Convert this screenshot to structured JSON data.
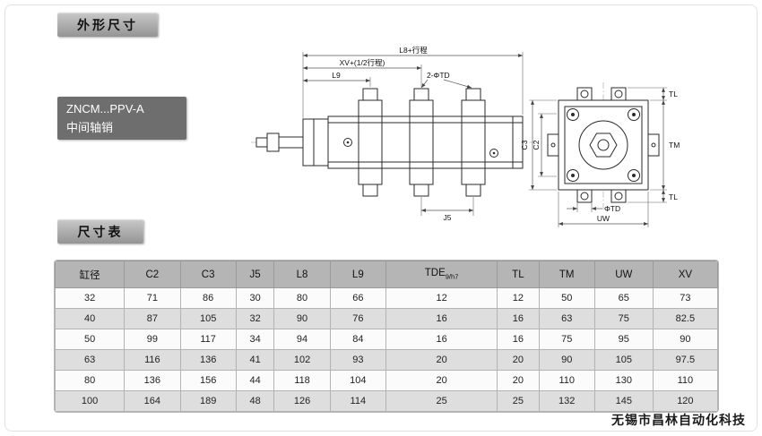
{
  "sections": {
    "outline_title": "外形尺寸",
    "table_title": "尺寸表"
  },
  "model": {
    "line1": "ZNCM...PPV-A",
    "line2": "中间轴销"
  },
  "drawing": {
    "labels": {
      "l8_stroke": "L8+行程",
      "xv_half_stroke": "XV+(1/2行程)",
      "l9": "L9",
      "two_td": "2-ΦTD",
      "j5": "J5",
      "c3": "C3",
      "c2": "C2",
      "tl_top": "TL",
      "tm": "TM",
      "tl_bottom": "TL",
      "phi_td": "ΦTD",
      "uw": "UW"
    }
  },
  "table": {
    "headers": [
      {
        "label": "缸径",
        "sub": ""
      },
      {
        "label": "C2",
        "sub": ""
      },
      {
        "label": "C3",
        "sub": ""
      },
      {
        "label": "J5",
        "sub": ""
      },
      {
        "label": "L8",
        "sub": ""
      },
      {
        "label": "L9",
        "sub": ""
      },
      {
        "label": "TDE",
        "sub": "9/h7"
      },
      {
        "label": "TL",
        "sub": ""
      },
      {
        "label": "TM",
        "sub": ""
      },
      {
        "label": "UW",
        "sub": ""
      },
      {
        "label": "XV",
        "sub": ""
      }
    ],
    "rows": [
      [
        "32",
        "71",
        "86",
        "30",
        "80",
        "66",
        "12",
        "12",
        "50",
        "65",
        "73"
      ],
      [
        "40",
        "87",
        "105",
        "32",
        "90",
        "76",
        "16",
        "16",
        "63",
        "75",
        "82.5"
      ],
      [
        "50",
        "99",
        "117",
        "34",
        "94",
        "84",
        "16",
        "16",
        "75",
        "95",
        "90"
      ],
      [
        "63",
        "116",
        "136",
        "41",
        "102",
        "93",
        "20",
        "20",
        "90",
        "105",
        "97.5"
      ],
      [
        "80",
        "136",
        "156",
        "44",
        "118",
        "104",
        "20",
        "20",
        "110",
        "130",
        "110"
      ],
      [
        "100",
        "164",
        "189",
        "48",
        "126",
        "114",
        "25",
        "25",
        "132",
        "145",
        "120"
      ]
    ]
  },
  "footer": {
    "watermark": "无锡市昌林自动化科技"
  }
}
